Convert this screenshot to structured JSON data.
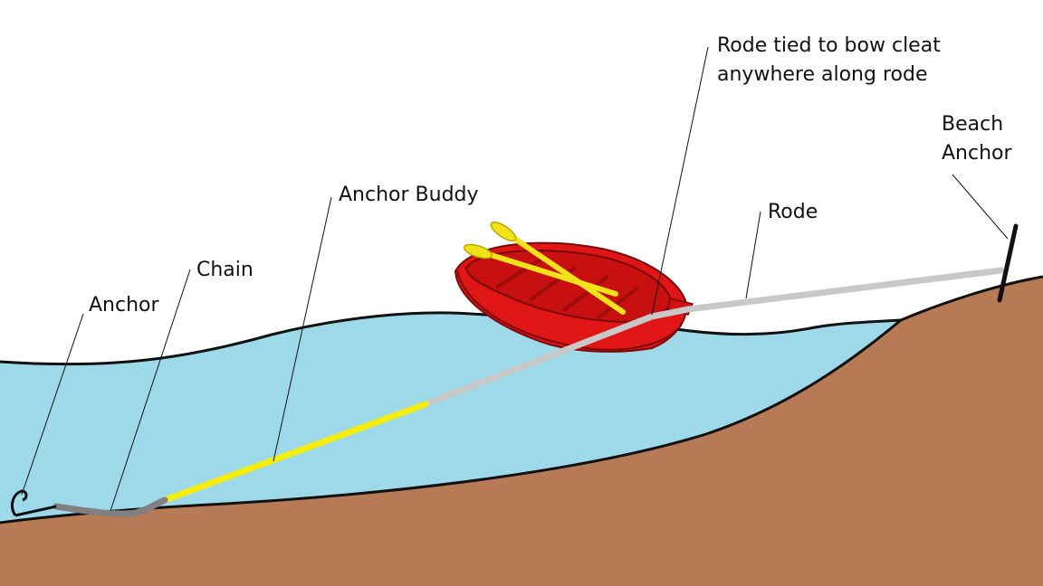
{
  "labels": {
    "anchor": "Anchor",
    "chain": "Chain",
    "anchor_buddy": "Anchor Buddy",
    "rode": "Rode",
    "rode_cleat_line1": "Rode tied to bow cleat",
    "rode_cleat_line2": "anywhere along rode",
    "beach_anchor_line1": "Beach",
    "beach_anchor_line2": "Anchor"
  },
  "colors": {
    "water": "#9ed9ea",
    "ground": "#b77a57",
    "outline": "#111111",
    "rode": "#c8c8c8",
    "buddy": "#f5ec10",
    "chain": "#808080",
    "boat": "#e01515",
    "boat_dark": "#9e0c0c",
    "oar": "#f2e21a"
  },
  "icons": [
    "anchor-icon",
    "boat-icon",
    "beach-anchor-stake-icon"
  ]
}
